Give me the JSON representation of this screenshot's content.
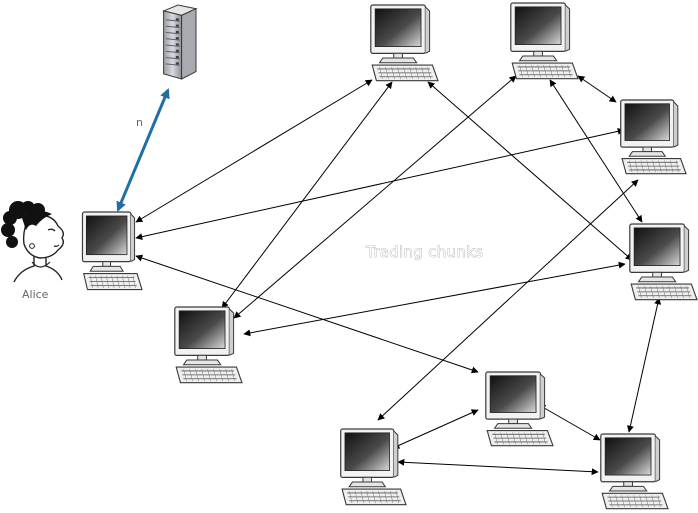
{
  "labels": {
    "alice": "Alice",
    "center": "Trading chunks",
    "side": "n"
  },
  "colors": {
    "peer_link": "#000000",
    "tracker_link": "#1f6fa6",
    "screen_dark": "#1a1a1a",
    "screen_light": "#d8d8d8",
    "monitor_body": "#f2f2f2",
    "outline": "#3a3a3a"
  },
  "nodes": [
    {
      "id": "server",
      "kind": "server"
    },
    {
      "id": "alice",
      "kind": "computer",
      "role": "Alice"
    },
    {
      "id": "peer-top-1",
      "kind": "computer"
    },
    {
      "id": "peer-top-2",
      "kind": "computer"
    },
    {
      "id": "peer-right-1",
      "kind": "computer"
    },
    {
      "id": "peer-right-2",
      "kind": "computer"
    },
    {
      "id": "peer-left",
      "kind": "computer"
    },
    {
      "id": "peer-bottom-mid",
      "kind": "computer"
    },
    {
      "id": "peer-bottom-left",
      "kind": "computer"
    },
    {
      "id": "peer-bottom-right",
      "kind": "computer"
    }
  ],
  "links": [
    {
      "from": "alice",
      "to": "server",
      "kind": "tracker"
    },
    {
      "from": "alice",
      "to": "peer-top-1",
      "kind": "peer"
    },
    {
      "from": "alice",
      "to": "peer-right-1",
      "kind": "peer"
    },
    {
      "from": "alice",
      "to": "peer-bottom-mid",
      "kind": "peer"
    },
    {
      "from": "peer-top-1",
      "to": "peer-left",
      "kind": "peer"
    },
    {
      "from": "peer-top-1",
      "to": "peer-right-2",
      "kind": "peer"
    },
    {
      "from": "peer-top-2",
      "to": "peer-left",
      "kind": "peer"
    },
    {
      "from": "peer-top-2",
      "to": "peer-right-1",
      "kind": "peer"
    },
    {
      "from": "peer-top-2",
      "to": "peer-right-2",
      "kind": "peer"
    },
    {
      "from": "peer-right-1",
      "to": "peer-bottom-left",
      "kind": "peer"
    },
    {
      "from": "peer-right-2",
      "to": "peer-left",
      "kind": "peer"
    },
    {
      "from": "peer-right-2",
      "to": "peer-bottom-right",
      "kind": "peer"
    },
    {
      "from": "peer-bottom-mid",
      "to": "peer-bottom-left",
      "kind": "peer"
    },
    {
      "from": "peer-bottom-mid",
      "to": "peer-bottom-right",
      "kind": "peer"
    },
    {
      "from": "peer-bottom-left",
      "to": "peer-bottom-right",
      "kind": "peer"
    }
  ]
}
